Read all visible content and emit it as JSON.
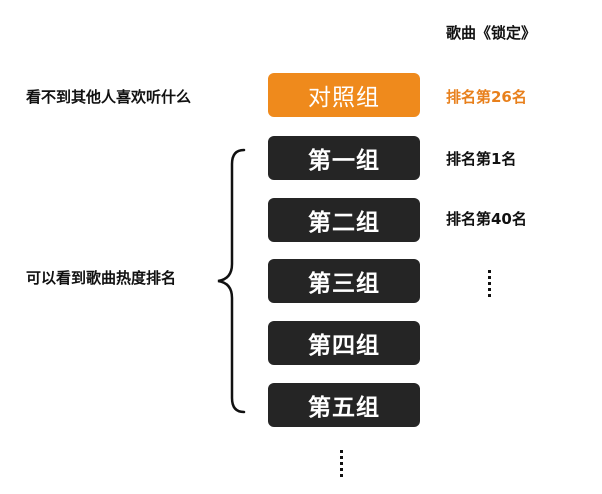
{
  "header": {
    "title": "歌曲《锁定》"
  },
  "left_labels": {
    "control_desc": "看不到其他人喜欢听什么",
    "test_desc": "可以看到歌曲热度排名"
  },
  "groups": [
    {
      "label": "对照组",
      "rank": "排名第26名",
      "is_control": true
    },
    {
      "label": "第一组",
      "rank": "排名第1名",
      "is_control": false
    },
    {
      "label": "第二组",
      "rank": "排名第40名",
      "is_control": false
    },
    {
      "label": "第三组",
      "rank": "",
      "is_control": false
    },
    {
      "label": "第四组",
      "rank": "",
      "is_control": false
    },
    {
      "label": "第五组",
      "rank": "",
      "is_control": false
    }
  ],
  "colors": {
    "control_box": "#ef8a1c",
    "control_rank_text": "#e8801c",
    "group_box": "#252525",
    "text": "#111111"
  }
}
